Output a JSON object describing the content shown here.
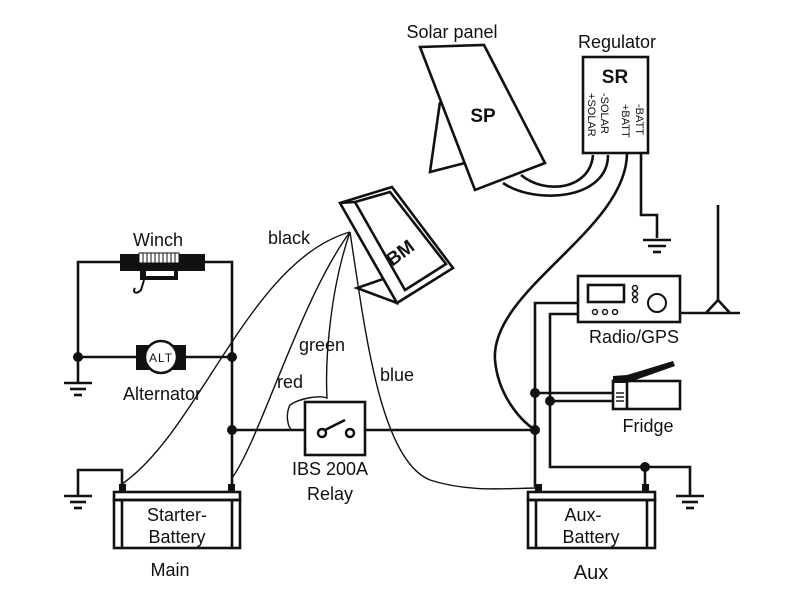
{
  "components": {
    "solar_panel": {
      "label": "Solar panel",
      "code": "SP"
    },
    "regulator": {
      "label": "Regulator",
      "code": "SR",
      "terminals": [
        "+SOLAR",
        "-SOLAR",
        "+BATT",
        "-BATT"
      ]
    },
    "battery_monitor": {
      "code": "BM"
    },
    "winch": {
      "label": "Winch"
    },
    "alternator": {
      "label": "Alternator",
      "code": "ALT"
    },
    "relay": {
      "label_line1": "IBS 200A",
      "label_line2": "Relay"
    },
    "radio": {
      "label": "Radio/GPS"
    },
    "fridge": {
      "label": "Fridge"
    },
    "starter_battery": {
      "line1": "Starter-",
      "line2": "Battery",
      "caption": "Main"
    },
    "aux_battery": {
      "line1": "Aux-",
      "line2": "Battery",
      "caption": "Aux"
    }
  },
  "wires": {
    "black": "black",
    "green": "green",
    "red": "red",
    "blue": "blue"
  }
}
